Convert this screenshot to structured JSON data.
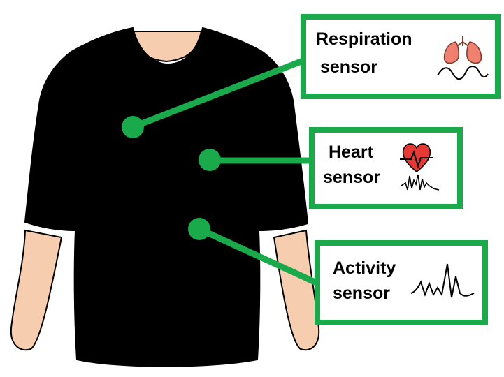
{
  "colors": {
    "accent": "#1aaa4b",
    "shirt": "#000000",
    "skin": "#f7cdb0",
    "heart": "#e53935",
    "lung": "#f08070"
  },
  "sensors": [
    {
      "id": "respiration",
      "line1": "Respiration",
      "line2": "sensor",
      "icon": "lungs-icon",
      "signal": "breathing-wave-icon"
    },
    {
      "id": "heart",
      "line1": "Heart",
      "line2": "sensor",
      "icon": "heart-ecg-icon",
      "signal": "ecg-signal-icon"
    },
    {
      "id": "activity",
      "line1": "Activity",
      "line2": "sensor",
      "icon": "activity-signal-icon"
    }
  ]
}
